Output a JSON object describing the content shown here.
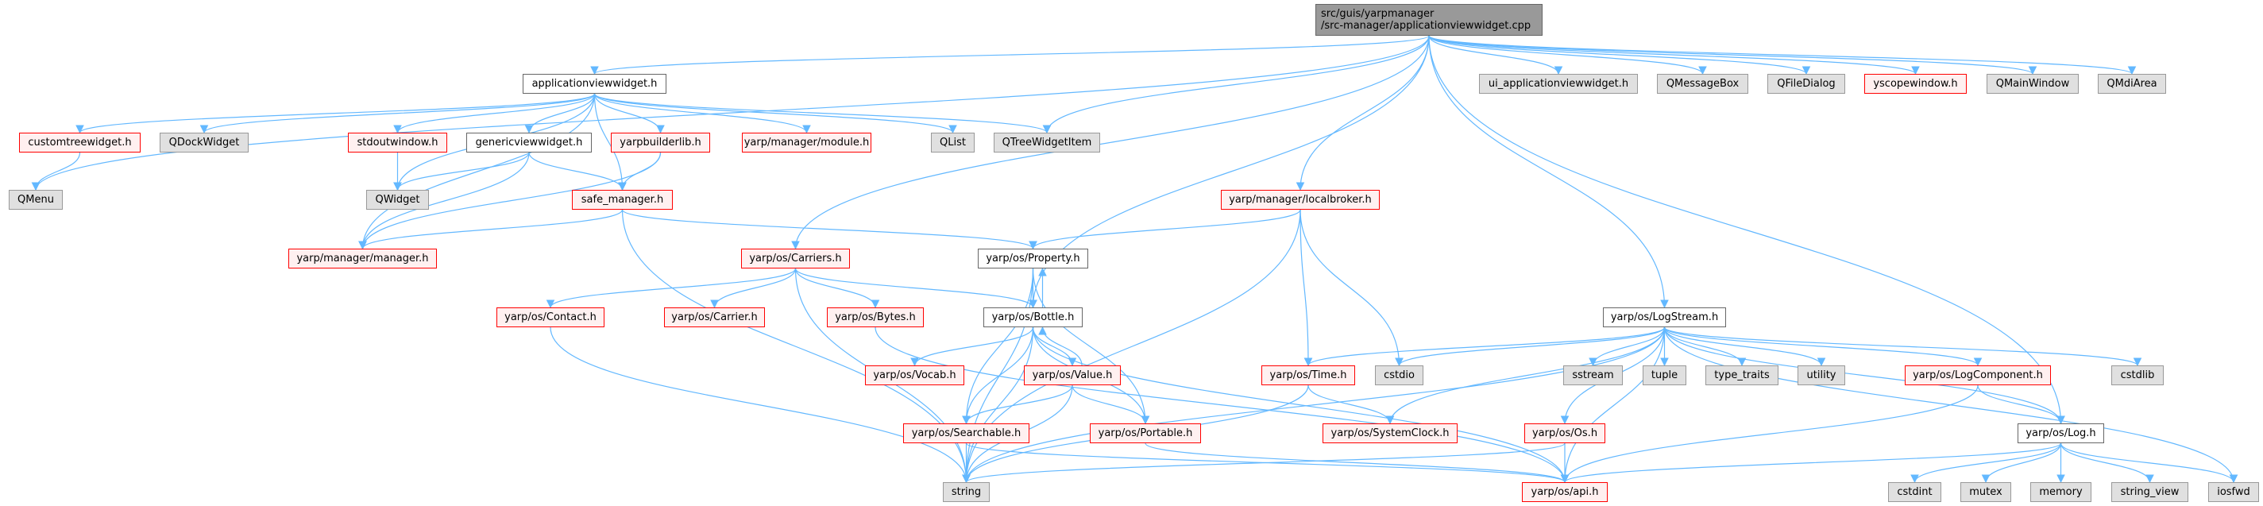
{
  "colors": {
    "edge": "#63b8ff",
    "red_border": "#ff0000",
    "red_fill": "#fff0f0",
    "gray_fill": "#e0e0e0",
    "root_fill": "#999999"
  },
  "root": {
    "id": "root",
    "line1": "src/guis/yarpmanager",
    "line2": "/src-manager/applicationviewwidget.cpp"
  },
  "nodes": [
    {
      "id": "avw",
      "label": "applicationviewwidget.h",
      "style": "normal"
    },
    {
      "id": "ui",
      "label": "ui_applicationviewwidget.h",
      "style": "gray"
    },
    {
      "id": "qmsg",
      "label": "QMessageBox",
      "style": "gray"
    },
    {
      "id": "qfile",
      "label": "QFileDialog",
      "style": "gray"
    },
    {
      "id": "yscope",
      "label": "yscopewindow.h",
      "style": "red"
    },
    {
      "id": "qmain",
      "label": "QMainWindow",
      "style": "gray"
    },
    {
      "id": "qmdi",
      "label": "QMdiArea",
      "style": "gray"
    },
    {
      "id": "ctw",
      "label": "customtreewidget.h",
      "style": "red"
    },
    {
      "id": "qdock",
      "label": "QDockWidget",
      "style": "gray"
    },
    {
      "id": "stdout",
      "label": "stdoutwindow.h",
      "style": "red"
    },
    {
      "id": "gvw",
      "label": "genericviewwidget.h",
      "style": "normal"
    },
    {
      "id": "ybl",
      "label": "yarpbuilderlib.h",
      "style": "red"
    },
    {
      "id": "module",
      "label": "yarp/manager/module.h",
      "style": "red"
    },
    {
      "id": "qlist",
      "label": "QList",
      "style": "gray"
    },
    {
      "id": "qtwi",
      "label": "QTreeWidgetItem",
      "style": "gray"
    },
    {
      "id": "qmenu",
      "label": "QMenu",
      "style": "gray"
    },
    {
      "id": "qwidget",
      "label": "QWidget",
      "style": "gray"
    },
    {
      "id": "safe",
      "label": "safe_manager.h",
      "style": "red"
    },
    {
      "id": "localbroker",
      "label": "yarp/manager/localbroker.h",
      "style": "red"
    },
    {
      "id": "manager",
      "label": "yarp/manager/manager.h",
      "style": "red"
    },
    {
      "id": "carriers",
      "label": "yarp/os/Carriers.h",
      "style": "red"
    },
    {
      "id": "property",
      "label": "yarp/os/Property.h",
      "style": "normal"
    },
    {
      "id": "contact",
      "label": "yarp/os/Contact.h",
      "style": "red"
    },
    {
      "id": "carrier",
      "label": "yarp/os/Carrier.h",
      "style": "red"
    },
    {
      "id": "bytes",
      "label": "yarp/os/Bytes.h",
      "style": "red"
    },
    {
      "id": "bottle",
      "label": "yarp/os/Bottle.h",
      "style": "normal"
    },
    {
      "id": "logstream",
      "label": "yarp/os/LogStream.h",
      "style": "normal"
    },
    {
      "id": "vocab",
      "label": "yarp/os/Vocab.h",
      "style": "red"
    },
    {
      "id": "value",
      "label": "yarp/os/Value.h",
      "style": "red"
    },
    {
      "id": "time",
      "label": "yarp/os/Time.h",
      "style": "red"
    },
    {
      "id": "cstdio",
      "label": "cstdio",
      "style": "gray"
    },
    {
      "id": "sstream",
      "label": "sstream",
      "style": "gray"
    },
    {
      "id": "tuple",
      "label": "tuple",
      "style": "gray"
    },
    {
      "id": "typetraits",
      "label": "type_traits",
      "style": "gray"
    },
    {
      "id": "utility",
      "label": "utility",
      "style": "gray"
    },
    {
      "id": "logcomp",
      "label": "yarp/os/LogComponent.h",
      "style": "red"
    },
    {
      "id": "cstdlib",
      "label": "cstdlib",
      "style": "gray"
    },
    {
      "id": "searchable",
      "label": "yarp/os/Searchable.h",
      "style": "red"
    },
    {
      "id": "portable",
      "label": "yarp/os/Portable.h",
      "style": "red"
    },
    {
      "id": "sysclock",
      "label": "yarp/os/SystemClock.h",
      "style": "red"
    },
    {
      "id": "os",
      "label": "yarp/os/Os.h",
      "style": "red"
    },
    {
      "id": "log",
      "label": "yarp/os/Log.h",
      "style": "normal"
    },
    {
      "id": "string",
      "label": "string",
      "style": "gray"
    },
    {
      "id": "api",
      "label": "yarp/os/api.h",
      "style": "red"
    },
    {
      "id": "cstdint",
      "label": "cstdint",
      "style": "gray"
    },
    {
      "id": "mutex",
      "label": "mutex",
      "style": "gray"
    },
    {
      "id": "memory",
      "label": "memory",
      "style": "gray"
    },
    {
      "id": "stringview",
      "label": "string_view",
      "style": "gray"
    },
    {
      "id": "iosfwd",
      "label": "iosfwd",
      "style": "gray"
    }
  ],
  "edges": [
    [
      "root",
      "avw"
    ],
    [
      "root",
      "qmenu"
    ],
    [
      "root",
      "qtwi"
    ],
    [
      "root",
      "ui"
    ],
    [
      "root",
      "qmsg"
    ],
    [
      "root",
      "qfile"
    ],
    [
      "root",
      "yscope"
    ],
    [
      "root",
      "qmain"
    ],
    [
      "root",
      "qmdi"
    ],
    [
      "root",
      "carriers"
    ],
    [
      "root",
      "bottle"
    ],
    [
      "root",
      "localbroker"
    ],
    [
      "root",
      "logstream"
    ],
    [
      "root",
      "log"
    ],
    [
      "avw",
      "ctw"
    ],
    [
      "avw",
      "qdock"
    ],
    [
      "avw",
      "stdout"
    ],
    [
      "avw",
      "gvw"
    ],
    [
      "avw",
      "ybl"
    ],
    [
      "avw",
      "module"
    ],
    [
      "avw",
      "qlist"
    ],
    [
      "avw",
      "qtwi"
    ],
    [
      "avw",
      "qwidget"
    ],
    [
      "avw",
      "manager"
    ],
    [
      "avw",
      "safe"
    ],
    [
      "ctw",
      "qmenu"
    ],
    [
      "stdout",
      "qwidget"
    ],
    [
      "gvw",
      "qwidget"
    ],
    [
      "gvw",
      "safe"
    ],
    [
      "gvw",
      "manager"
    ],
    [
      "ybl",
      "safe"
    ],
    [
      "ybl",
      "manager"
    ],
    [
      "safe",
      "manager"
    ],
    [
      "safe",
      "string"
    ],
    [
      "safe",
      "property"
    ],
    [
      "localbroker",
      "property"
    ],
    [
      "localbroker",
      "string"
    ],
    [
      "localbroker",
      "time"
    ],
    [
      "localbroker",
      "cstdio"
    ],
    [
      "carriers",
      "contact"
    ],
    [
      "carriers",
      "carrier"
    ],
    [
      "carriers",
      "bytes"
    ],
    [
      "carriers",
      "bottle"
    ],
    [
      "carriers",
      "string"
    ],
    [
      "contact",
      "string"
    ],
    [
      "bytes",
      "api"
    ],
    [
      "property",
      "bottle"
    ],
    [
      "property",
      "string"
    ],
    [
      "property",
      "portable"
    ],
    [
      "property",
      "searchable"
    ],
    [
      "bottle",
      "property"
    ],
    [
      "bottle",
      "vocab"
    ],
    [
      "bottle",
      "value"
    ],
    [
      "bottle",
      "searchable"
    ],
    [
      "bottle",
      "portable"
    ],
    [
      "bottle",
      "string"
    ],
    [
      "bottle",
      "api"
    ],
    [
      "value",
      "bottle"
    ],
    [
      "value",
      "searchable"
    ],
    [
      "value",
      "portable"
    ],
    [
      "value",
      "string"
    ],
    [
      "searchable",
      "string"
    ],
    [
      "searchable",
      "api"
    ],
    [
      "portable",
      "api"
    ],
    [
      "time",
      "string"
    ],
    [
      "time",
      "sysclock"
    ],
    [
      "logstream",
      "time"
    ],
    [
      "logstream",
      "cstdio"
    ],
    [
      "logstream",
      "sysclock"
    ],
    [
      "logstream",
      "string"
    ],
    [
      "logstream",
      "os"
    ],
    [
      "logstream",
      "sstream"
    ],
    [
      "logstream",
      "tuple"
    ],
    [
      "logstream",
      "typetraits"
    ],
    [
      "logstream",
      "utility"
    ],
    [
      "logstream",
      "logcomp"
    ],
    [
      "logstream",
      "cstdlib"
    ],
    [
      "logstream",
      "log"
    ],
    [
      "logstream",
      "iosfwd"
    ],
    [
      "logstream",
      "api"
    ],
    [
      "os",
      "string"
    ],
    [
      "os",
      "api"
    ],
    [
      "logcomp",
      "log"
    ],
    [
      "logcomp",
      "api"
    ],
    [
      "log",
      "api"
    ],
    [
      "log",
      "cstdint"
    ],
    [
      "log",
      "mutex"
    ],
    [
      "log",
      "memory"
    ],
    [
      "log",
      "stringview"
    ],
    [
      "log",
      "iosfwd"
    ]
  ]
}
